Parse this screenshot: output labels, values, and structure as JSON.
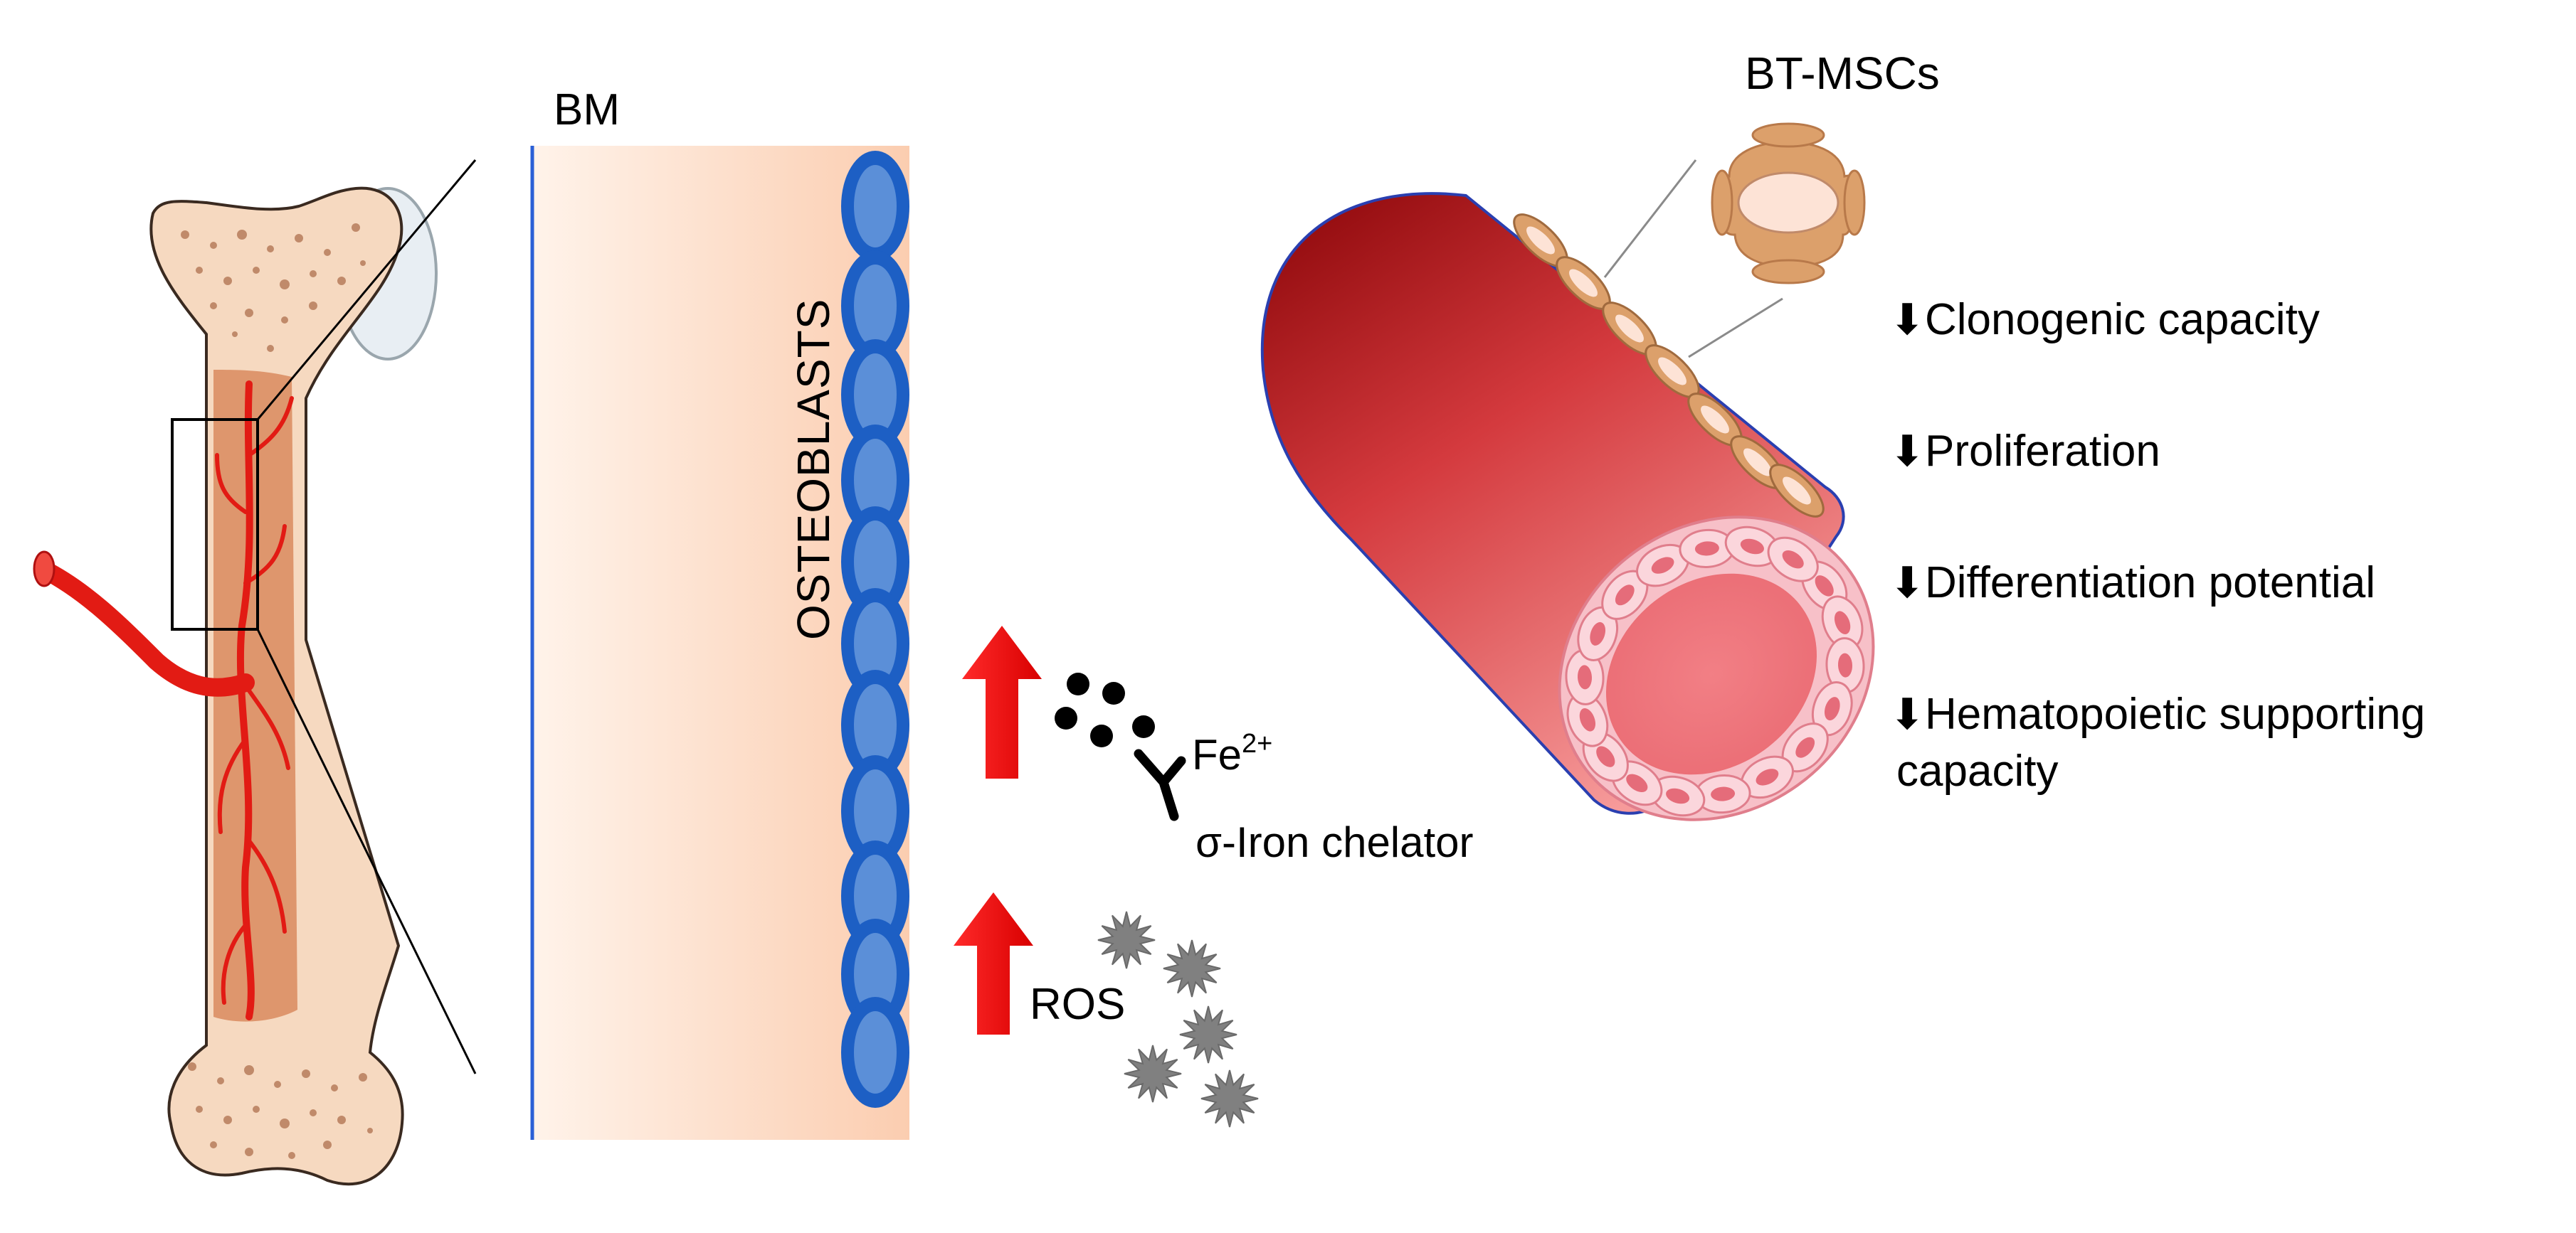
{
  "labels": {
    "bm": "BM",
    "osteoblasts": "OSTEOBLASTS",
    "iron": "Fe",
    "iron_charge": "2+",
    "chelator": "σ-Iron chelator",
    "ros": "ROS",
    "cell_type": "BT-MSCs"
  },
  "effects": [
    {
      "arrow": "⬇",
      "lines": [
        "Clonogenic capacity"
      ]
    },
    {
      "arrow": "⬇",
      "lines": [
        "Proliferation"
      ]
    },
    {
      "arrow": "⬇",
      "lines": [
        "Differentiation potential"
      ]
    },
    {
      "arrow": "⬇",
      "lines": [
        "Hematopoietic supporting",
        "capacity"
      ]
    }
  ],
  "colors": {
    "bone": "#f6d9c0",
    "bone_outline": "#3a2a20",
    "marrow": "#d98a5e",
    "vessel": "#e21b14",
    "niche_panel": "#fbd0b5",
    "osteoblast": "#5b8fd8",
    "osteoblast_edge": "#1d5fc4",
    "up_arrow": "#ee1111",
    "ros_particle": "#808080",
    "msc_cell": "#dca06b",
    "vessel_dark": "#8a0a0a",
    "vessel_light": "#f48a8a",
    "endothelium": "#f7c0c8"
  }
}
